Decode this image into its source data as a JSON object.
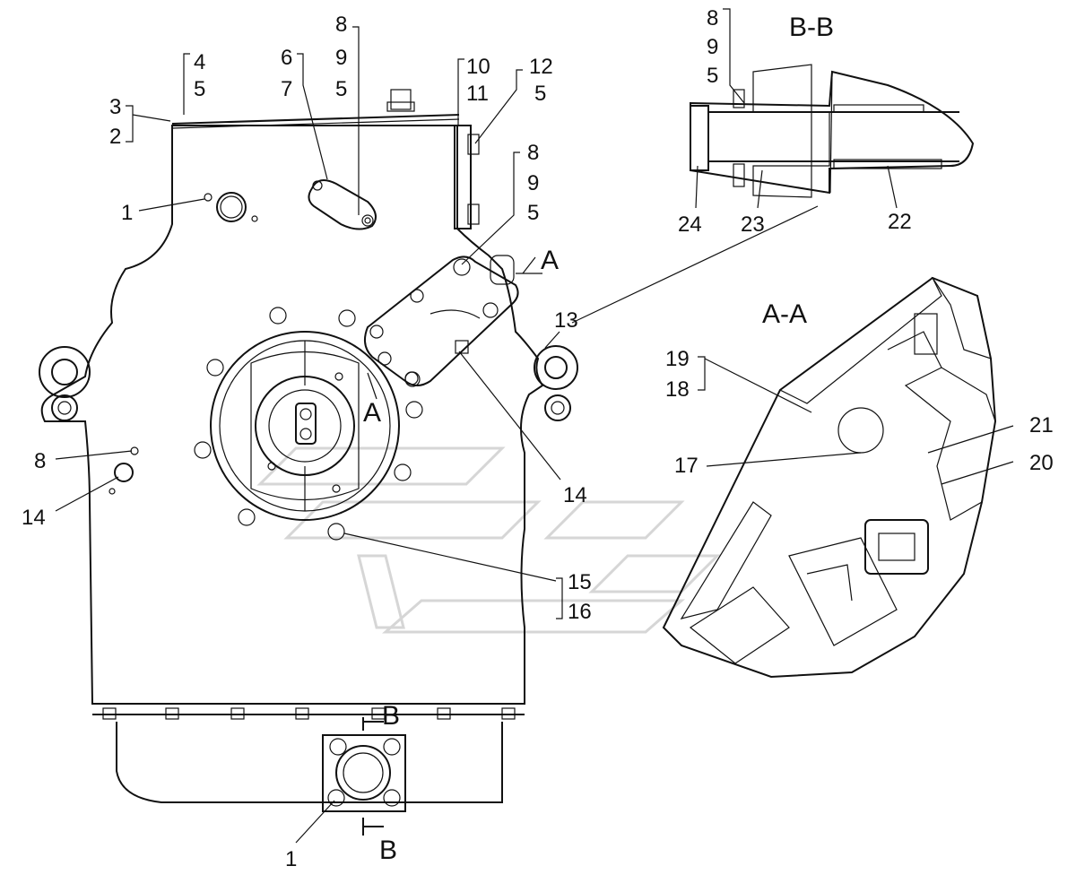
{
  "diagram": {
    "section_labels": {
      "bb": "B-B",
      "aa": "A-A"
    },
    "view_marks": {
      "a": "A",
      "b": "B"
    },
    "callouts": {
      "c1_top": "1",
      "c1_bottom": "1",
      "c2": "2",
      "c3": "3",
      "c4": "4",
      "c5_a": "5",
      "c5_b": "5",
      "c5_c": "5",
      "c5_d": "5",
      "c5_bb": "5",
      "c6": "6",
      "c7": "7",
      "c8_a": "8",
      "c8_b": "8",
      "c8_c": "8",
      "c8_bb": "8",
      "c9_a": "9",
      "c9_b": "9",
      "c9_bb": "9",
      "c10": "10",
      "c11": "11",
      "c12": "12",
      "c13": "13",
      "c14_a": "14",
      "c14_b": "14",
      "c15": "15",
      "c16": "16",
      "c17": "17",
      "c18": "18",
      "c19": "19",
      "c20": "20",
      "c21": "21",
      "c22": "22",
      "c23": "23",
      "c24": "24"
    }
  }
}
